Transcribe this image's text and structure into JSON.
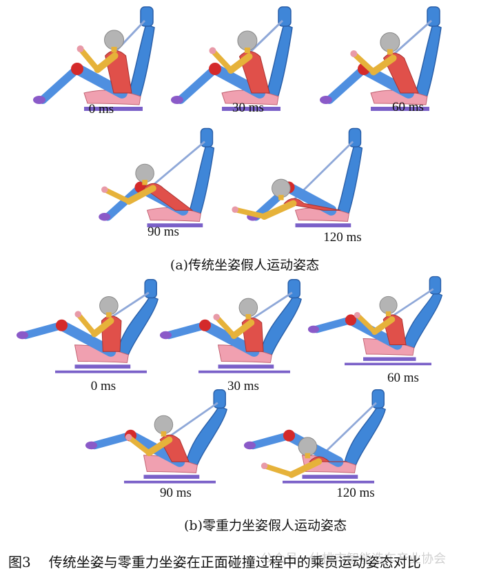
{
  "figure": {
    "panel_a": {
      "frames": [
        "0 ms",
        "30 ms",
        "60 ms",
        "90 ms",
        "120 ms"
      ],
      "caption": "(a)传统坐姿假人运动姿态"
    },
    "panel_b": {
      "frames": [
        "0 ms",
        "30 ms",
        "60 ms",
        "90 ms",
        "120 ms"
      ],
      "caption": "(b)零重力坐姿假人运动姿态"
    },
    "caption_number": "图3",
    "caption_text": "传统坐姿与零重力坐姿在正面碰撞过程中的乘员运动姿态对比",
    "watermark": "公众号 · 仙桃市智能造车产业协会"
  },
  "colors": {
    "seat": "#3f86d8",
    "torso": "#e0504a",
    "legs": "#4f8fe0",
    "arms": "#e6b23a",
    "head": "#b4b4b4",
    "belt": "#8fa8d8",
    "knee": "#d42a2a",
    "feet": "#8a5ac8",
    "cushion": "#f0a0b0"
  }
}
